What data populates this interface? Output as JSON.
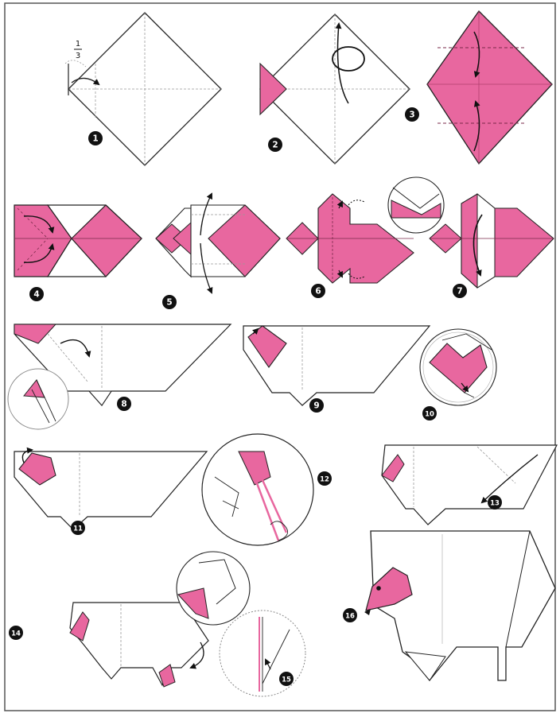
{
  "colors": {
    "pink": "#e8679f",
    "line": "#222222",
    "crease": "#9a9a9a",
    "badge": "#111111",
    "badge_text": "#ffffff",
    "paper": "#ffffff"
  },
  "fraction": {
    "numerator": "1",
    "denominator": "3"
  },
  "steps": [
    {
      "label": "1"
    },
    {
      "label": "2"
    },
    {
      "label": "3"
    },
    {
      "label": "4"
    },
    {
      "label": "5"
    },
    {
      "label": "6"
    },
    {
      "label": "7"
    },
    {
      "label": "8"
    },
    {
      "label": "9"
    },
    {
      "label": "10"
    },
    {
      "label": "11"
    },
    {
      "label": "12"
    },
    {
      "label": "13"
    },
    {
      "label": "14"
    },
    {
      "label": "15"
    },
    {
      "label": "16"
    }
  ]
}
